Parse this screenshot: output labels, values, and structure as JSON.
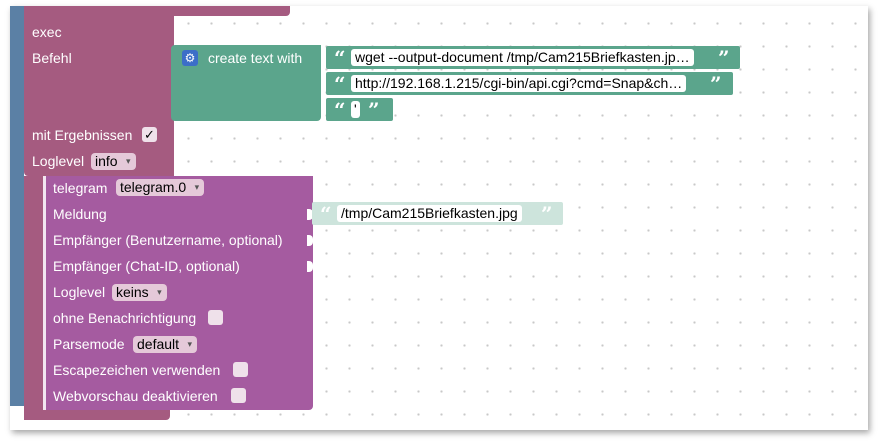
{
  "exec_block": {
    "title": "exec",
    "command_label": "Befehl",
    "with_results_label": "mit Ergebnissen",
    "with_results_checked": "✓",
    "loglevel_label": "Loglevel",
    "loglevel_value": "info"
  },
  "create_text_block": {
    "label": "create text with",
    "items": [
      "wget --output-document /tmp/Cam215Briefkasten.jp…",
      "http://192.168.1.215/cgi-bin/api.cgi?cmd=Snap&ch…",
      "'"
    ]
  },
  "telegram_block": {
    "title": "telegram",
    "instance_value": "telegram.0",
    "message_label": "Meldung",
    "message_value": "/tmp/Cam215Briefkasten.jpg",
    "recipient_user_label": "Empfänger (Benutzername, optional)",
    "recipient_chat_label": "Empfänger (Chat-ID, optional)",
    "loglevel_label": "Loglevel",
    "loglevel_value": "keins",
    "silent_label": "ohne Benachrichtigung",
    "parsemode_label": "Parsemode",
    "parsemode_value": "default",
    "escape_label": "Escapezeichen verwenden",
    "preview_label": "Webvorschau deaktivieren"
  },
  "icons": {
    "quote_open": "“",
    "quote_close": "”",
    "gear": "⚙",
    "dropdown": "▾"
  },
  "colors": {
    "exec": "#a55b80",
    "telegram": "#a55ba0",
    "text": "#5ba58c",
    "text_light": "#cde4dc",
    "dropdown_bg": "#e5c9d9"
  }
}
